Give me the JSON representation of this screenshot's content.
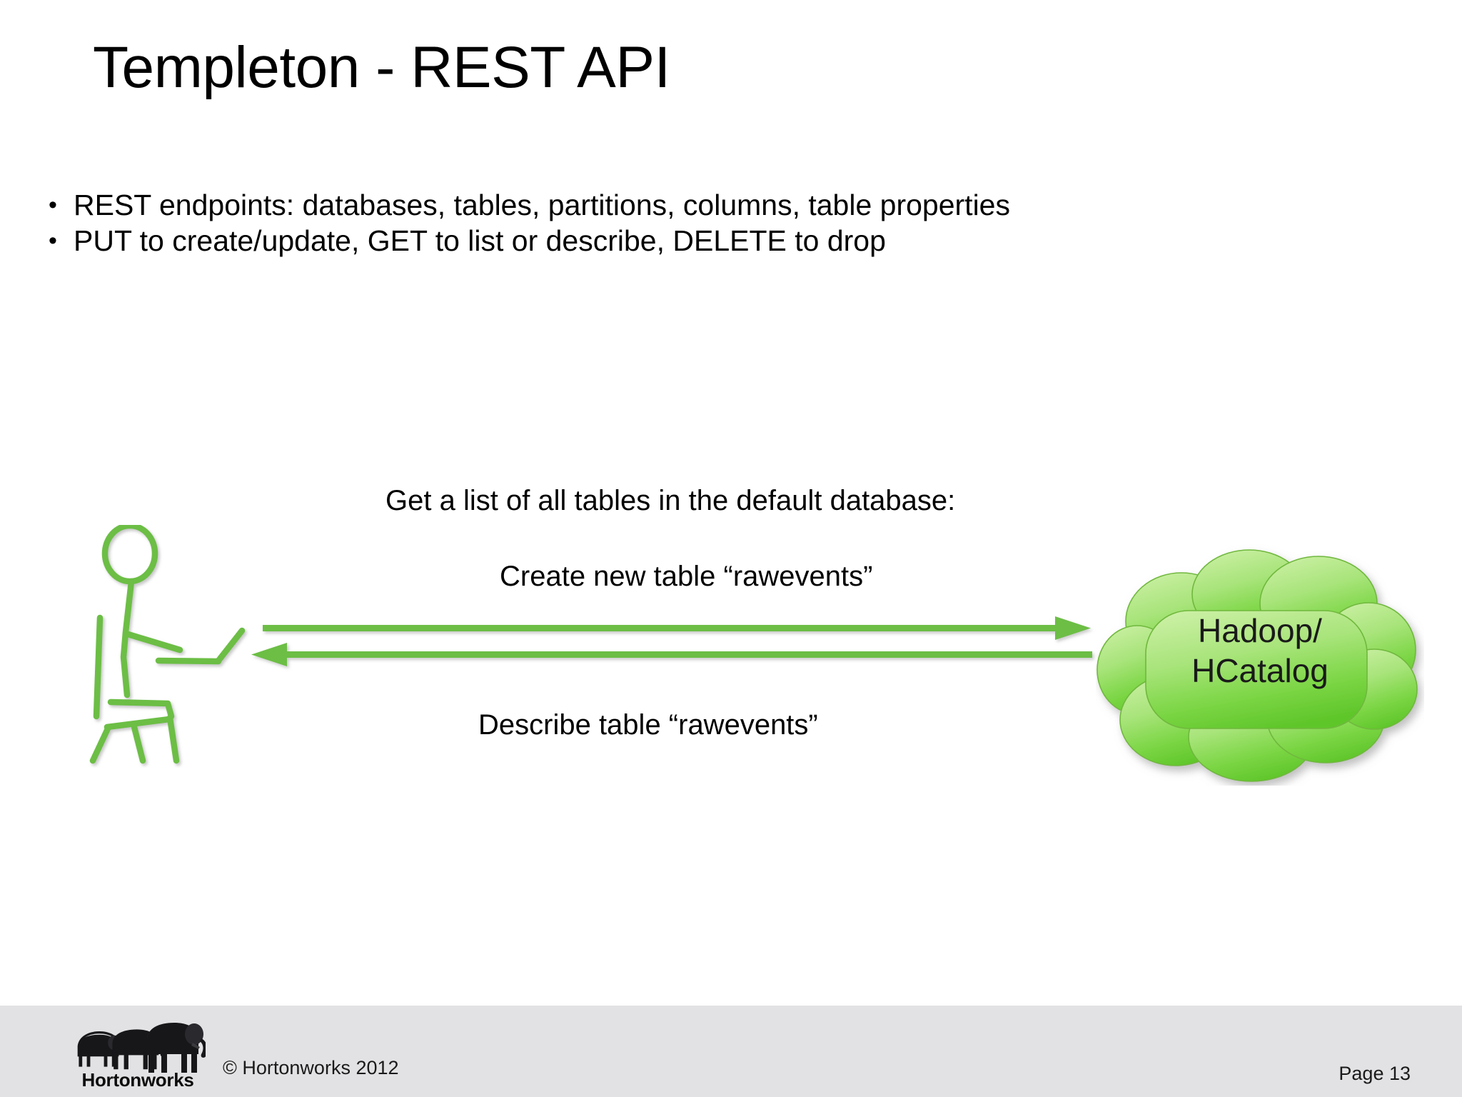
{
  "slide": {
    "title": "Templeton - REST API",
    "bullet_marker": "•",
    "bullets": [
      "REST endpoints: databases, tables, partitions, columns, table properties",
      "PUT to create/update, GET to list or describe, DELETE to drop"
    ]
  },
  "diagram": {
    "captions": {
      "top": "Get a list of all tables in the default database:",
      "middle": "Create new table “rawevents”",
      "bottom": "Describe table “rawevents”"
    },
    "actor": {
      "icon": "person-at-laptop-icon",
      "color": "#6CBE45"
    },
    "cloud": {
      "label_line1": "Hadoop/",
      "label_line2": "HCatalog",
      "fill_light": "#B6E88A",
      "fill_dark": "#63C92E",
      "stroke": "#7BC043",
      "text_color": "#1a1a1a"
    },
    "arrows": [
      {
        "name": "request-arrow",
        "direction": "right",
        "color": "#6CBE45"
      },
      {
        "name": "response-arrow",
        "direction": "left",
        "color": "#6CBE45"
      }
    ]
  },
  "footer": {
    "logo_wordmark": "Hortonworks",
    "logo_icon": "three-elephants-icon",
    "copyright": "© Hortonworks 2012",
    "page_label": "Page 13",
    "bar_color": "#E2E2E4"
  }
}
